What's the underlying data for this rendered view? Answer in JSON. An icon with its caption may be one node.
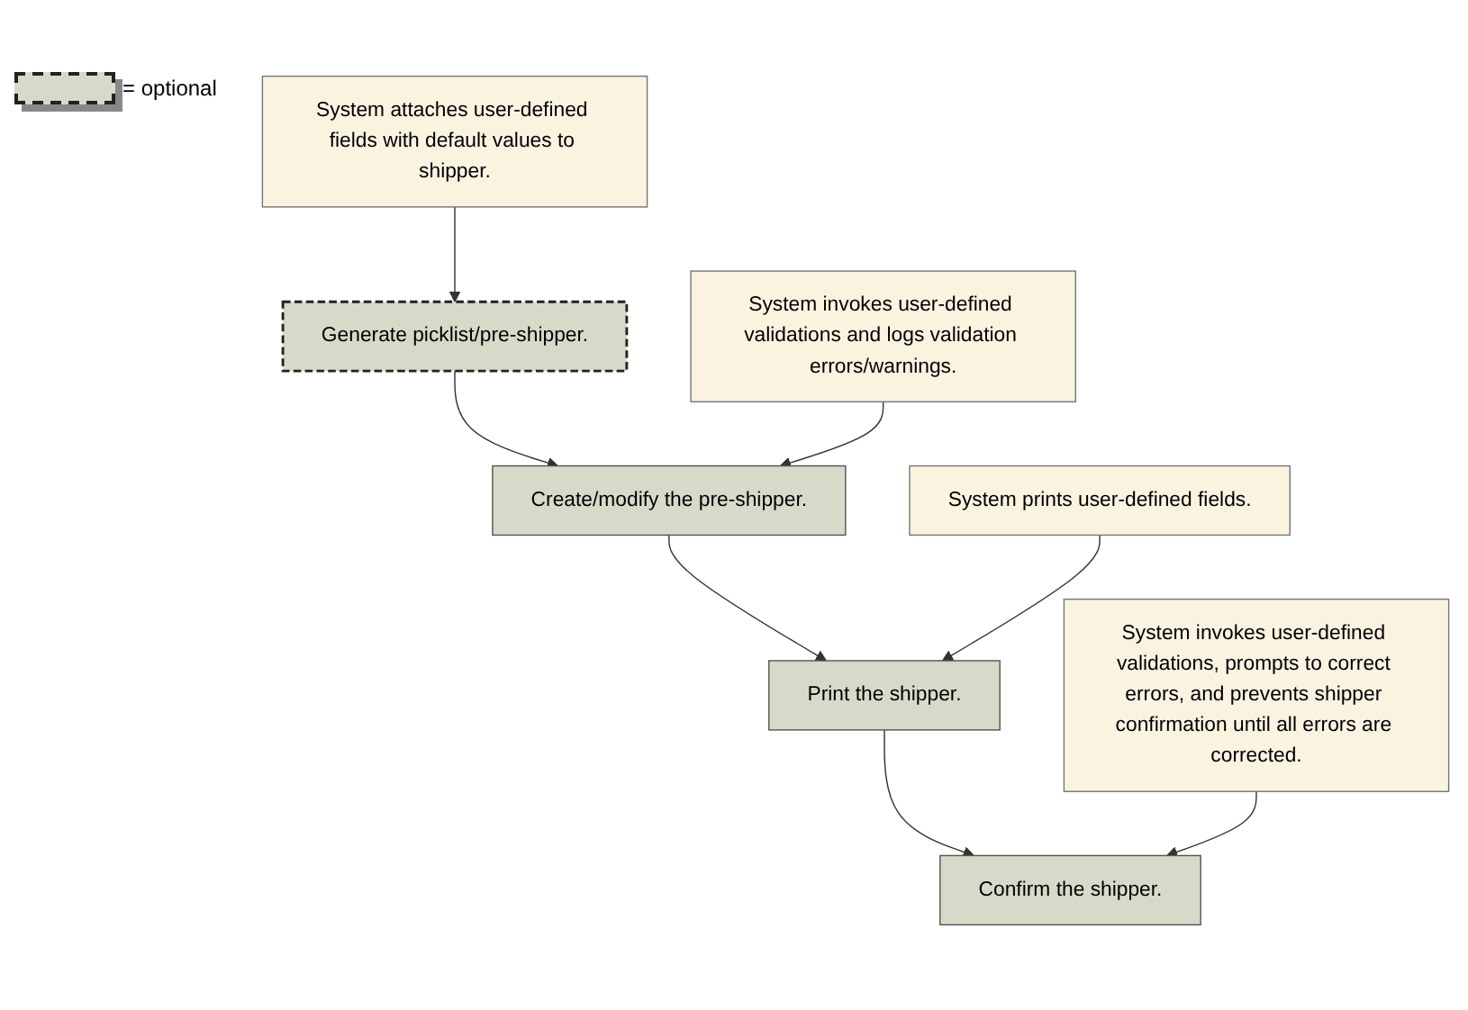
{
  "diagram": {
    "nodes": [
      {
        "text": [
          "Generate picklist/pre-shipper."
        ]
      },
      {
        "text": [
          "System attaches user-defined fields with default values to shipper."
        ]
      },
      {
        "text": [
          "Create/modify the pre-shipper."
        ]
      },
      {
        "text": [
          "System invokes user-defined validations and logs validation errors/warnings."
        ]
      },
      {
        "text": [
          "Print the shipper."
        ]
      },
      {
        "text": [
          "System prints user-defined fields."
        ]
      },
      {
        "text": [
          "Confirm the shipper."
        ]
      },
      {
        "text": [
          "System invokes user-defined validations, prompts to correct errors, and prevents shipper confirmation until all errors are corrected."
        ]
      }
    ],
    "edges": [
      {
        "from": 1,
        "to": 0,
        "arrow": "to"
      },
      {
        "from": 0,
        "to": 2,
        "arrow": "to"
      },
      {
        "from": 3,
        "to": 2,
        "arrow": "to"
      },
      {
        "from": 2,
        "to": 4,
        "arrow": "to"
      },
      {
        "from": 5,
        "to": 4,
        "arrow": "to"
      },
      {
        "from": 4,
        "to": 6,
        "arrow": "to"
      },
      {
        "from": 7,
        "to": 6,
        "arrow": "to"
      }
    ],
    "legend": [
      {
        "text": "= optional"
      }
    ]
  }
}
